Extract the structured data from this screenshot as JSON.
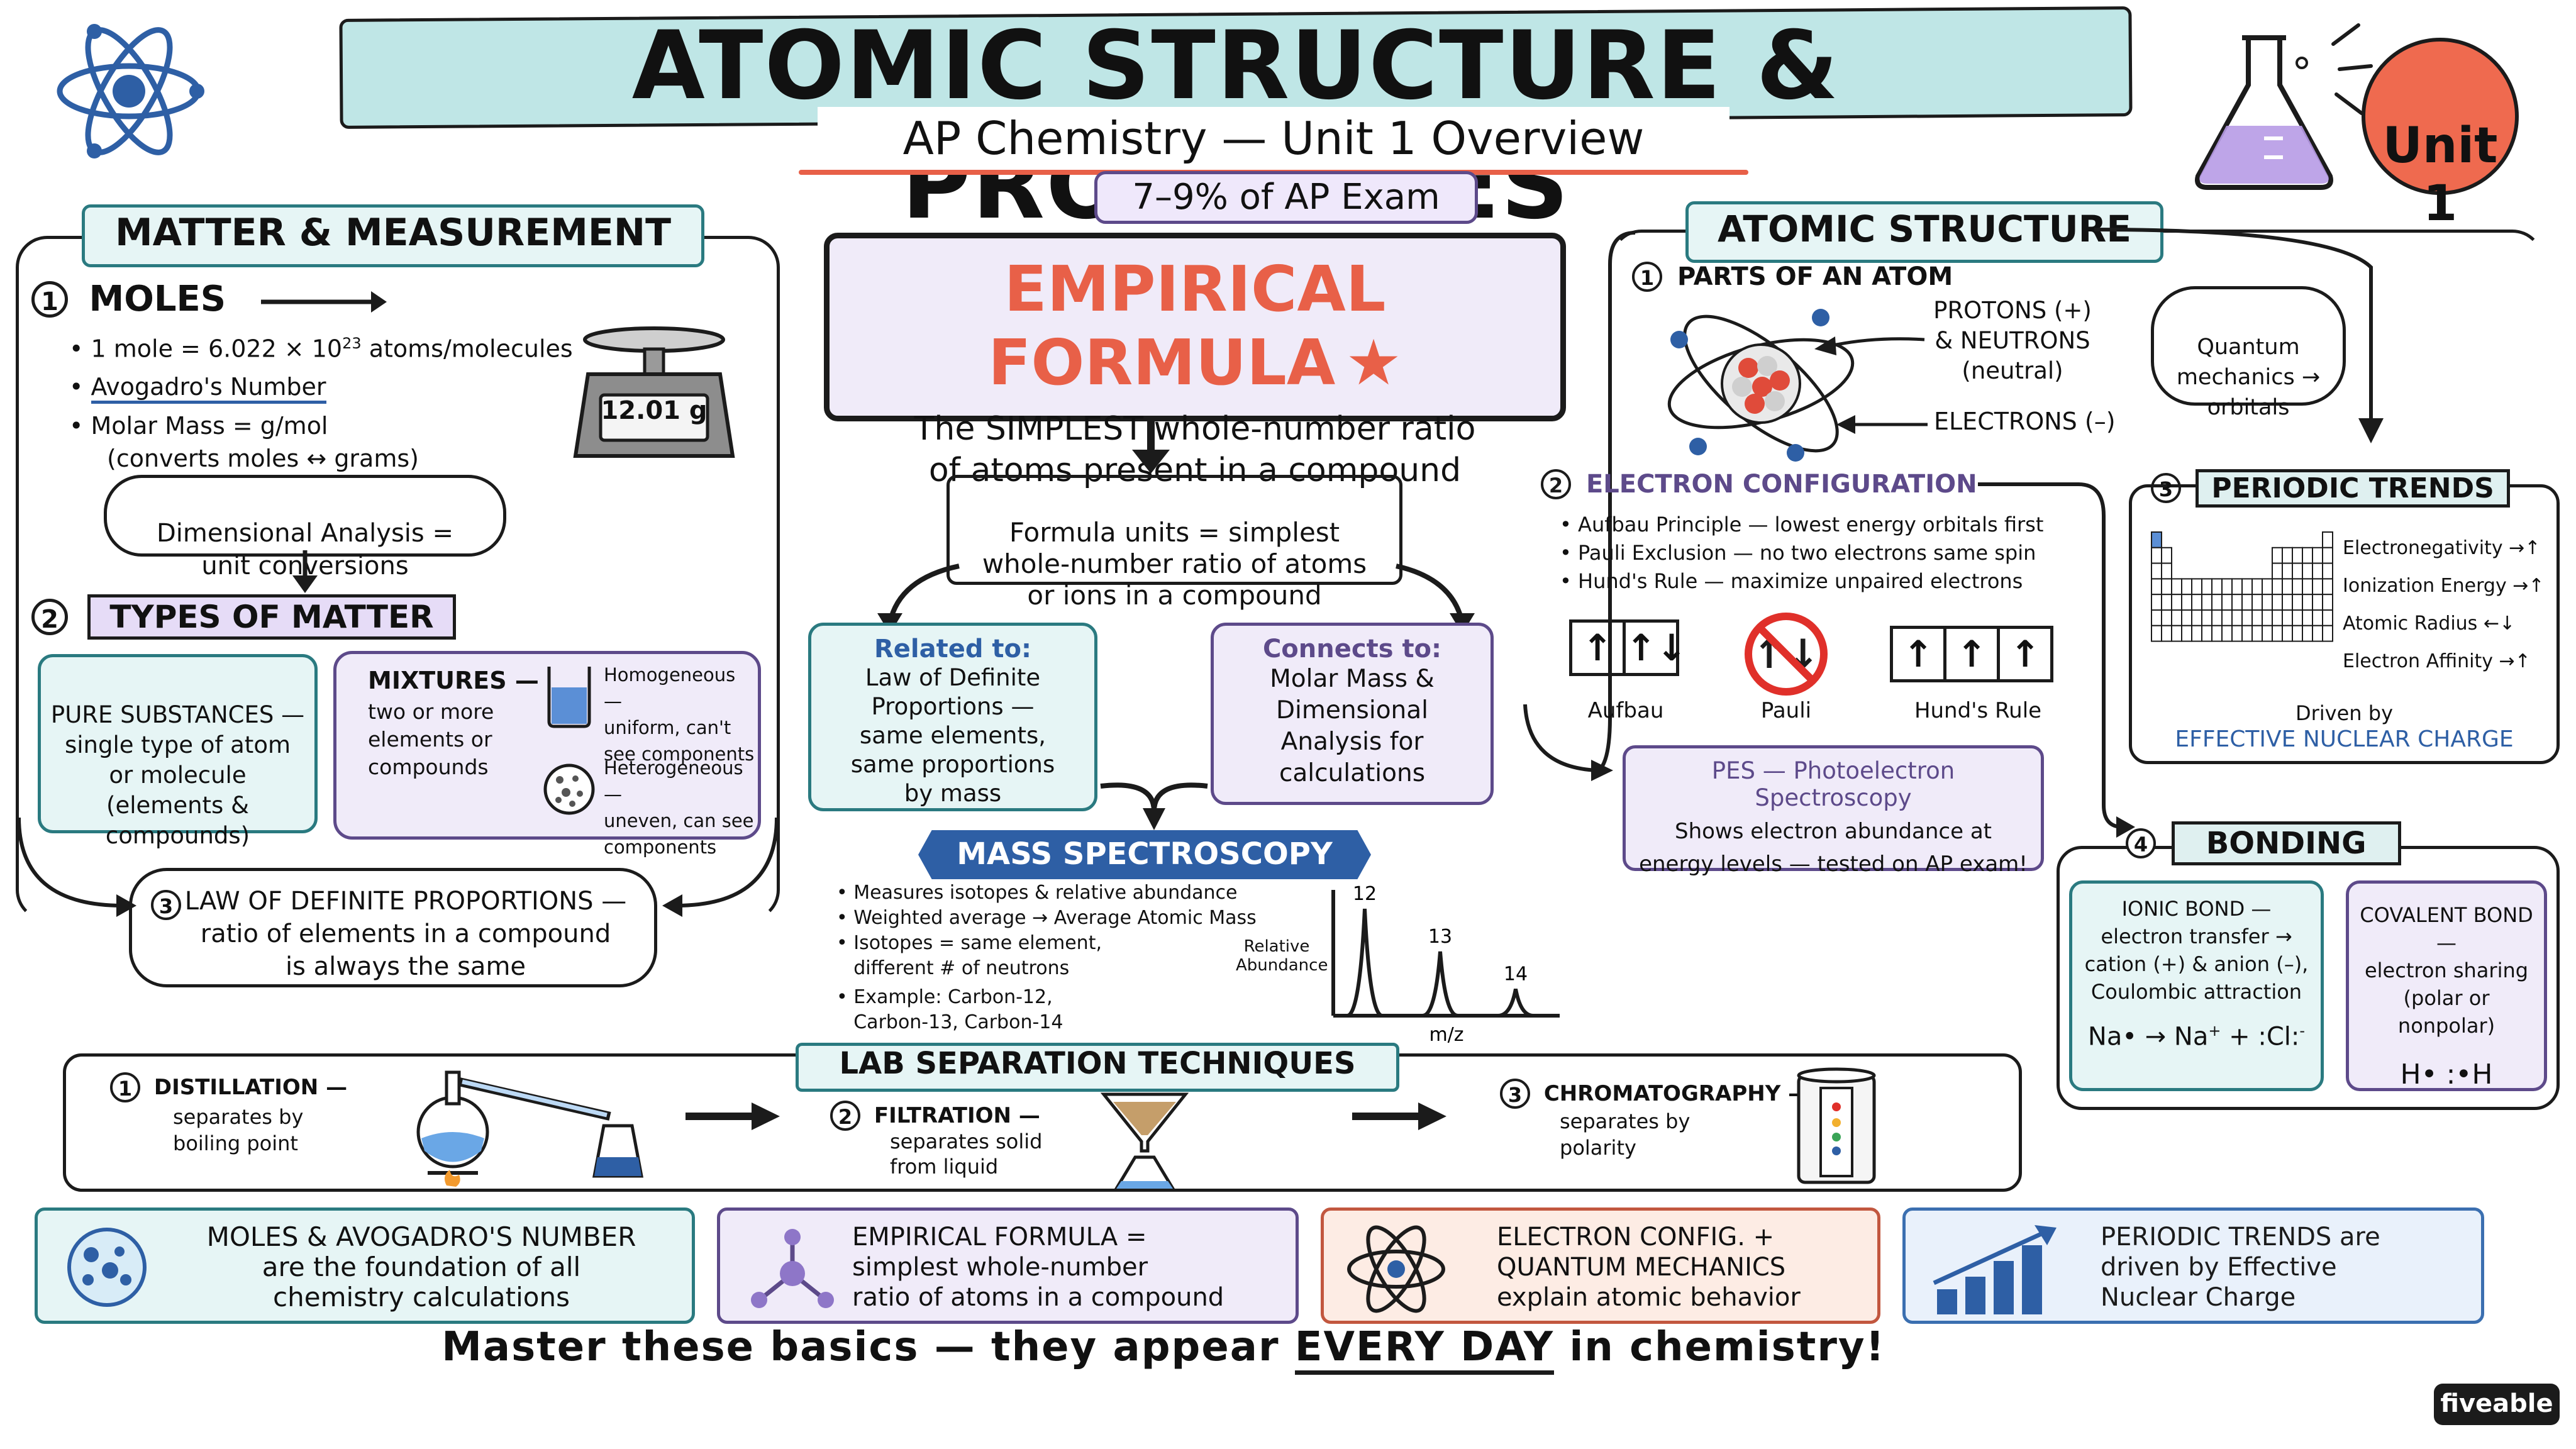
{
  "header": {
    "title": "ATOMIC STRUCTURE & PROPERTIES",
    "subtitle": "AP Chemistry — Unit 1 Overview",
    "exam_weight": "7–9% of AP Exam",
    "unit_badge": "Unit\n1"
  },
  "matter": {
    "title": "MATTER & MEASUREMENT",
    "moles": {
      "num": "1",
      "title": "MOLES",
      "b1_pre": "1 mole = 6.022 × 10",
      "b1_sup": "23",
      "b1_post": " atoms/molecules",
      "b2": "Avogadro's Number",
      "b3a": "Molar Mass = g/mol",
      "b3b": "(converts moles ↔ grams)",
      "scale_readout": "12.01 g",
      "dimensional": "Dimensional Analysis =\nunit conversions"
    },
    "types": {
      "num": "2",
      "title": "TYPES OF MATTER",
      "pure": "PURE SUBSTANCES —\nsingle type of atom\nor molecule\n(elements &\ncompounds)",
      "mixtures_title": "MIXTURES —",
      "mixtures_desc": "two or more\nelements or\ncompounds",
      "homogeneous": "Homogeneous —\nuniform, can't\nsee components",
      "heterogeneous": "Heterogeneous —\nuneven, can see\ncomponents"
    },
    "law": {
      "num": "3",
      "text": "LAW OF DEFINITE PROPORTIONS —\nratio of elements in a compound\nis always the same"
    }
  },
  "empirical": {
    "title": "EMPIRICAL FORMULA",
    "desc": "The SIMPLEST whole-number ratio\nof atoms present in a compound",
    "formula_units": "Formula units = simplest\nwhole-number ratio of atoms\nor ions in a compound",
    "related_title": "Related to:",
    "related_body": "Law of Definite\nProportions —\nsame elements,\nsame proportions\nby mass",
    "connects_title": "Connects to:",
    "connects_body": "Molar Mass &\nDimensional\nAnalysis for\ncalculations"
  },
  "mass_spec": {
    "title": "MASS SPECTROSCOPY",
    "b1": "Measures isotopes & relative abundance",
    "b2": "Weighted average → Average Atomic Mass",
    "b3": "Isotopes = same element,\ndifferent # of neutrons",
    "b4": "Example: Carbon-12,\nCarbon-13, Carbon-14",
    "y_label": "Relative\nAbundance",
    "x_label": "m/z"
  },
  "chart_data": {
    "type": "bar",
    "categories": [
      "12",
      "13",
      "14"
    ],
    "values": [
      100,
      60,
      25
    ],
    "xlabel": "m/z",
    "ylabel": "Relative Abundance"
  },
  "atomic": {
    "title": "ATOMIC STRUCTURE",
    "parts": {
      "num": "1",
      "title": "PARTS OF AN ATOM",
      "protons": "PROTONS (+)\n& NEUTRONS\n(neutral)",
      "electrons": "ELECTRONS (–)",
      "quantum": "Quantum\nmechanics →\norbitals"
    },
    "config": {
      "num": "2",
      "title": "ELECTRON CONFIGURATION",
      "b1": "Aufbau Principle — lowest energy orbitals first",
      "b2": "Pauli Exclusion — no two electrons same spin",
      "b3": "Hund's Rule — maximize unpaired electrons",
      "aufbau": "Aufbau",
      "pauli": "Pauli",
      "hunds": "Hund's Rule"
    },
    "pes": {
      "title": "PES — Photoelectron Spectroscopy",
      "body": "Shows electron abundance at\nenergy levels — tested on AP exam!"
    },
    "trends": {
      "num": "3",
      "title": "PERIODIC TRENDS",
      "t1": "Electronegativity →↑",
      "t2": "Ionization Energy →↑",
      "t3": "Atomic Radius ←↓",
      "t4": "Electron Affinity →↑",
      "driven": "Driven by",
      "enc": "EFFECTIVE NUCLEAR CHARGE"
    },
    "bonding": {
      "num": "4",
      "title": "BONDING",
      "ionic": "IONIC BOND —\nelectron transfer →\ncation (+) & anion (–),\nCoulombic attraction",
      "ionic_eq": "Na• → Na",
      "ionic_sup": "+",
      "ionic_cl": " + :Cl:",
      "ionic_cl_sup": "-",
      "covalent": "COVALENT BOND —\nelectron sharing\n(polar or\nnonpolar)",
      "covalent_eq": "H• :•H"
    }
  },
  "lab": {
    "title": "LAB SEPARATION TECHNIQUES",
    "distill_num": "1",
    "distill": "DISTILLATION —",
    "distill_desc": "separates by\nboiling point",
    "filt_num": "2",
    "filt": "FILTRATION —",
    "filt_desc": "separates solid\nfrom liquid",
    "chrom_num": "3",
    "chrom": "CHROMATOGRAPHY —",
    "chrom_desc": "separates by\npolarity"
  },
  "summary": {
    "s1": "MOLES & AVOGADRO'S NUMBER\nare the foundation of all\nchemistry calculations",
    "s2": "EMPIRICAL FORMULA =\nsimplest whole-number\nratio of atoms in a compound",
    "s3": "ELECTRON CONFIG. +\nQUANTUM MECHANICS\nexplain atomic behavior",
    "s4": "PERIODIC TRENDS are\ndriven by Effective\nNuclear Charge"
  },
  "footer": {
    "pre": "Master these basics — they appear ",
    "emph": "EVERY DAY",
    "post": " in chemistry!",
    "brand": "fiveable"
  },
  "colors": {
    "teal": "#2a7a80",
    "lavender": "#5d4a8a",
    "peach": "#e86048",
    "blue": "#2e5fa5",
    "title_band": "#bfe6e6"
  }
}
